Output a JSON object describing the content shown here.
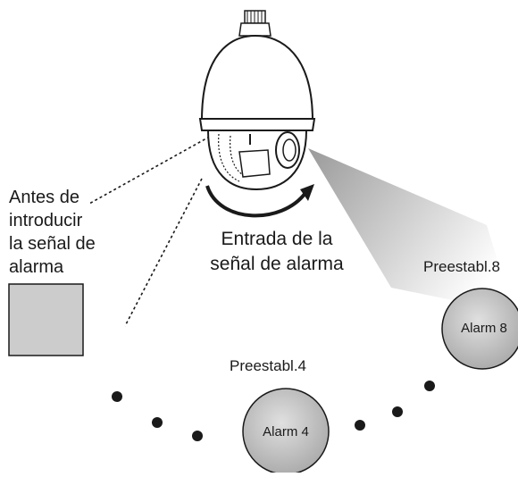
{
  "labels": {
    "before_signal": [
      "Antes de",
      "introducir",
      "la señal de",
      "alarma"
    ],
    "signal_input": [
      "Entrada de la",
      "señal de alarma"
    ],
    "preset_8": "Preestabl.8",
    "preset_4": "Preestabl.4",
    "alarm_8": "Alarm 8",
    "alarm_4": "Alarm 4"
  },
  "colors": {
    "line": "#1a1a1a",
    "dome_fill": "#ffffff",
    "preset_circle_fill": "#bdbdbd",
    "square_fill": "#cccccc",
    "beam_start": "#9a9a9a",
    "beam_end": "#ffffff"
  }
}
